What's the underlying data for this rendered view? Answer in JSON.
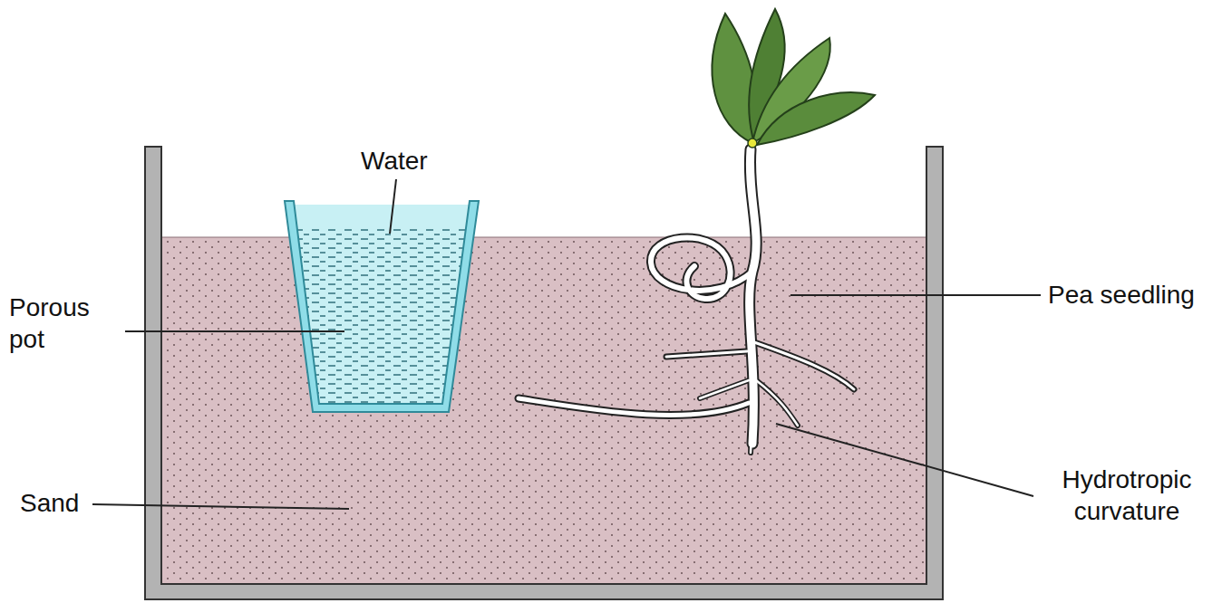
{
  "diagram": {
    "labels": [
      "Water",
      "Porous pot",
      "Sand",
      "Pea seedling",
      "Hydrotropic curvature"
    ]
  }
}
